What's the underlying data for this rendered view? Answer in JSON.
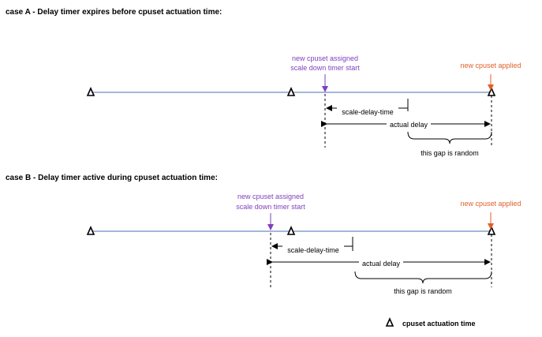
{
  "case_a": {
    "title": "case A - Delay timer expires before cpuset actuation time:",
    "assigned_label_line1": "new cpuset assigned",
    "assigned_label_line2": "scale down timer start",
    "applied_label": "new cpuset applied",
    "scale_delay_label": "scale-delay-time",
    "actual_delay_label": "actual delay",
    "gap_label": "this gap is random"
  },
  "case_b": {
    "title": "case B - Delay timer active during cpuset actuation time:",
    "assigned_label_line1": "new cpuset assigned",
    "assigned_label_line2": "scale down timer start",
    "applied_label": "new cpuset applied",
    "scale_delay_label": "scale-delay-time",
    "actual_delay_label": "actual delay",
    "gap_label": "this gap is random"
  },
  "legend": {
    "label": "cpuset actuation time"
  },
  "colors": {
    "timeline": "#6c8ebf",
    "assigned": "#7f3fbf",
    "applied": "#e0602a",
    "ink": "#000000"
  }
}
